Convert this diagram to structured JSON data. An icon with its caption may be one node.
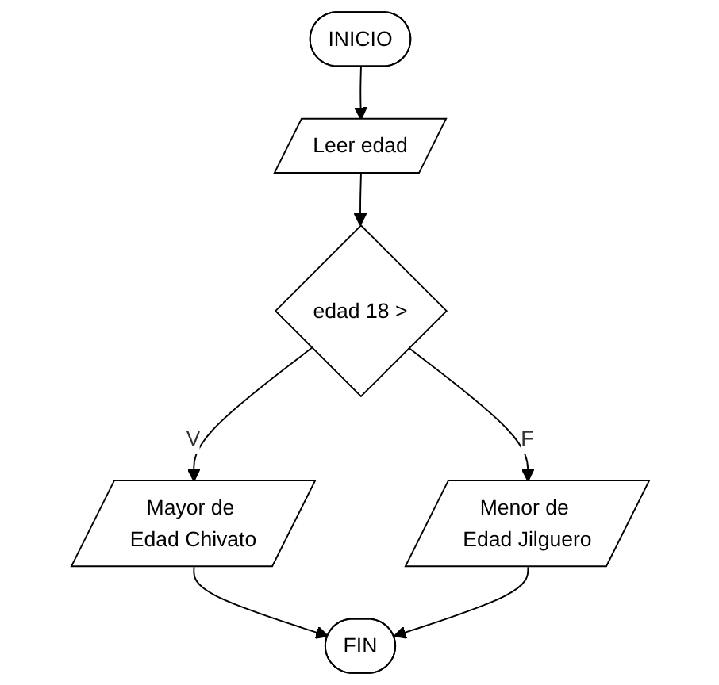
{
  "diagram": {
    "nodes": [
      {
        "text": [
          "INICIO"
        ]
      },
      {
        "text": [
          "Leer edad"
        ]
      },
      {
        "text": [
          "edad 18 >"
        ]
      },
      {
        "text": [
          "Mayor de Edad Chivato"
        ]
      },
      {
        "text": [
          "Menor de Edad Jilguero"
        ]
      },
      {
        "text": [
          "FIN"
        ]
      }
    ],
    "edges": [
      {
        "from": 0,
        "to": 1,
        "arrow": "to"
      },
      {
        "from": 1,
        "to": 2,
        "arrow": "to"
      },
      {
        "from": 2,
        "to": 3,
        "arrow": "to",
        "label": "V"
      },
      {
        "from": 2,
        "to": 4,
        "arrow": "to",
        "label": "F"
      },
      {
        "from": 3,
        "to": 5,
        "arrow": "to"
      },
      {
        "from": 4,
        "to": 5,
        "arrow": "to"
      }
    ]
  }
}
